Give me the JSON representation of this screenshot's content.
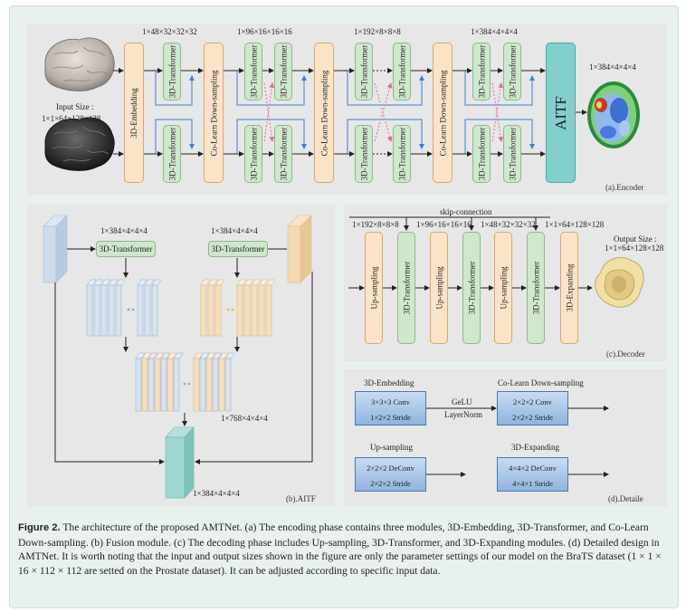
{
  "encoder": {
    "panel_label": "(a).Encoder",
    "input_label": "Input Size :",
    "input_size": "1×1×64×128×128",
    "dims": [
      "1×48×32×32×32",
      "1×96×16×16×16",
      "1×192×8×8×8",
      "1×384×4×4×4"
    ],
    "output_size": "1×384×4×4×4",
    "embedding": "3D-Embedding",
    "transformer": "3D-Transformer",
    "downsampling": "Co-Learn Down-sampling",
    "aitf": "AITF"
  },
  "aitf_panel": {
    "panel_label": "(b).AITF",
    "left_dim": "1×384×4×4×4",
    "right_dim": "1×384×4×4×4",
    "transformer": "3D-Transformer",
    "concat_dim": "1×768×4×4×4",
    "output_dim": "1×384×4×4×4"
  },
  "decoder": {
    "panel_label": "(c).Decoder",
    "skip_label": "skip-connection",
    "dims": [
      "1×192×8×8×8",
      "1×96×16×16×16",
      "1×48×32×32×32",
      "1×1×64×128×128"
    ],
    "output_label": "Output Size :",
    "output_size": "1×1×64×128×128",
    "upsampling": "Up-sampling",
    "transformer": "3D-Transformer",
    "expanding": "3D-Expanding"
  },
  "detail": {
    "panel_label": "(d).Detaile",
    "embedding_title": "3D-Embedding",
    "embedding_conv": "3×3×3 Conv",
    "embedding_stride": "1×2×2 Stride",
    "gelu": "GeLU",
    "layernorm": "LayerNorm",
    "down_title": "Co-Learn Down-sampling",
    "down_conv": "2×2×2 Conv",
    "down_stride": "2×2×2 Stride",
    "up_title": "Up-sampling",
    "up_conv": "2×2×2 DeConv",
    "up_stride": "2×2×2 Stride",
    "expand_title": "3D-Expanding",
    "expand_conv": "4×4×2 DeConv",
    "expand_stride": "4×4×1 Stride"
  },
  "caption": {
    "figure_label": "Figure 2.",
    "text": " The architecture of the proposed AMTNet. (a) The encoding phase contains three modules, 3D-Embedding, 3D-Transformer, and Co-Learn Down-sampling. (b) Fusion module. (c) The decoding phase includes Up-sampling, 3D-Transformer, and 3D-Expanding modules. (d) Detailed design in AMTNet. It is worth noting that the input and output sizes shown in the figure are only the parameter settings of our model on the BraTS dataset (1 × 1 × 16 × 112 × 112 are setted on the Prostate dataset). It can be adjusted according to specific input data."
  },
  "colors": {
    "frame": "#e9f1ec",
    "panel": "#e6e7e6",
    "orange_block": "#fbe3c7",
    "green_block": "#cfe7cc",
    "aitf_block": "#83cfcc",
    "blue_box": "#9dbde3",
    "arrow_blue": "#3b7fd8",
    "arrow_pink": "#e26aa6"
  }
}
